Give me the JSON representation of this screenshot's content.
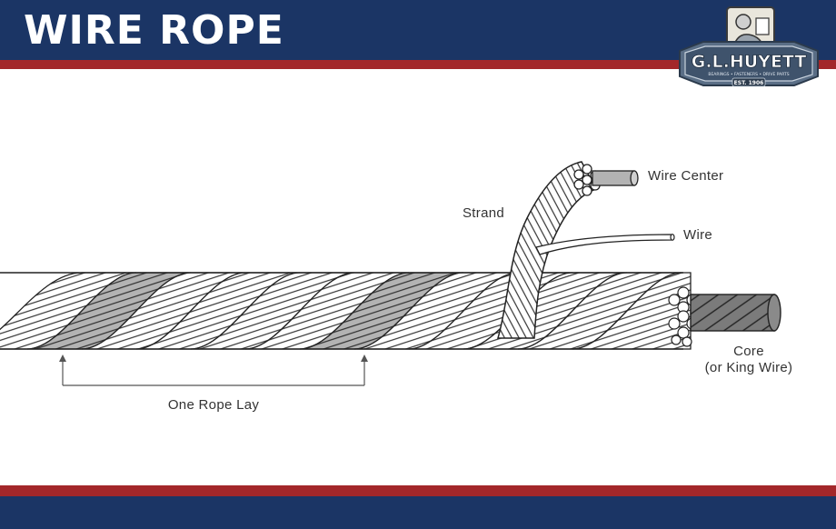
{
  "header": {
    "title": "WIRE ROPE",
    "logo_text": "G.L.HUYETT",
    "logo_est": "EST. 1906",
    "logo_tagline": "BEARINGS • FASTENERS • DRIVE PARTS",
    "logo_portrait_icon": "mascot-portrait-icon"
  },
  "colors": {
    "header_blue": "#1b3565",
    "accent_red": "#a3272a",
    "rope_white": "#ffffff",
    "rope_shade": "#b3b3b3",
    "core_gray": "#7b7b7b"
  },
  "labels": {
    "wire_center": "Wire Center",
    "strand": "Strand",
    "wire": "Wire",
    "core_line1": "Core",
    "core_line2": "(or King Wire)",
    "one_rope_lay": "One Rope Lay"
  }
}
